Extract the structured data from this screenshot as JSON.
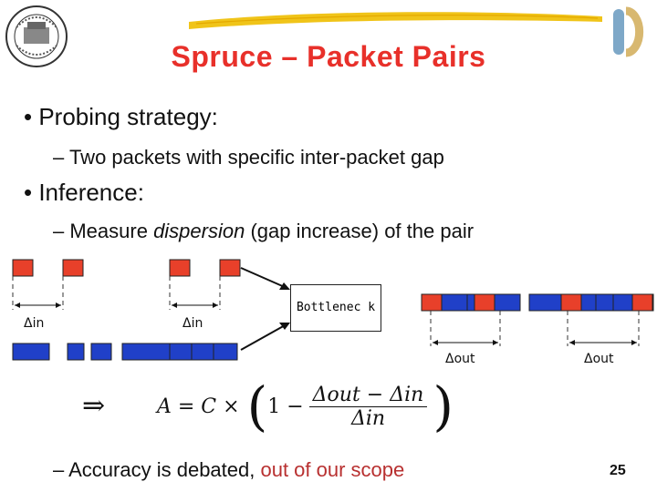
{
  "slide": {
    "title": "Spruce – Packet Pairs",
    "bullets": [
      {
        "text": "• Probing strategy:"
      },
      {
        "text": "– Two packets with specific inter-packet gap"
      },
      {
        "text": "• Inference:"
      },
      {
        "prefix": "– Measure ",
        "emphasis": "dispersion",
        "suffix": " (gap increase) of the pair"
      }
    ],
    "accuracy": {
      "prefix": "– Accuracy is debated, ",
      "highlight": "out of our scope"
    },
    "page_number": "25"
  },
  "diagram": {
    "bottleneck_label": "Bottlenec k",
    "delta_in_label": "Δin",
    "delta_out_label": "Δout",
    "formula_lhs": "A = C ×",
    "formula_one_minus": "1 −",
    "formula_num": "Δout − Δin",
    "formula_den": "Δin",
    "implies_symbol": "⇒"
  },
  "colors": {
    "title": "#e8302a",
    "packet_red": "#e8402a",
    "packet_blue": "#2040c8",
    "highlight": "#b83030"
  }
}
